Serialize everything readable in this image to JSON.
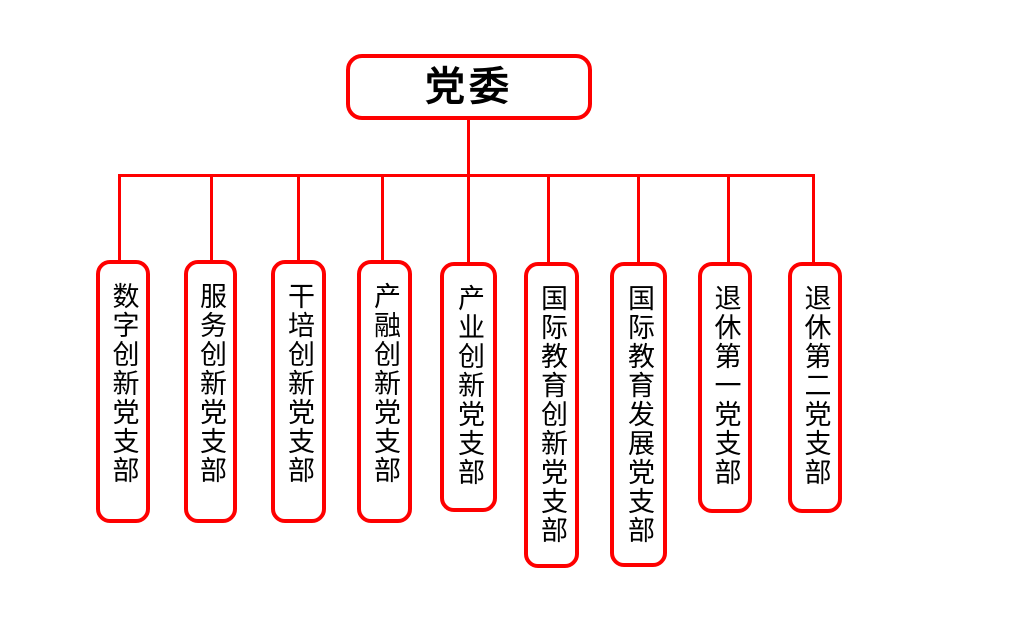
{
  "org_chart": {
    "root": {
      "label": "党委"
    },
    "branches": [
      {
        "label": "数字创新党支部"
      },
      {
        "label": "服务创新党支部"
      },
      {
        "label": "干培创新党支部"
      },
      {
        "label": "产融创新党支部"
      },
      {
        "label": "产业创新党支部"
      },
      {
        "label": "国际教育创新党支部"
      },
      {
        "label": "国际教育发展党支部"
      },
      {
        "label": "退休第一党支部"
      },
      {
        "label": "退休第二党支部"
      }
    ]
  },
  "colors": {
    "accent_red": "#fe0000",
    "text": "#000000",
    "background": "#ffffff"
  }
}
